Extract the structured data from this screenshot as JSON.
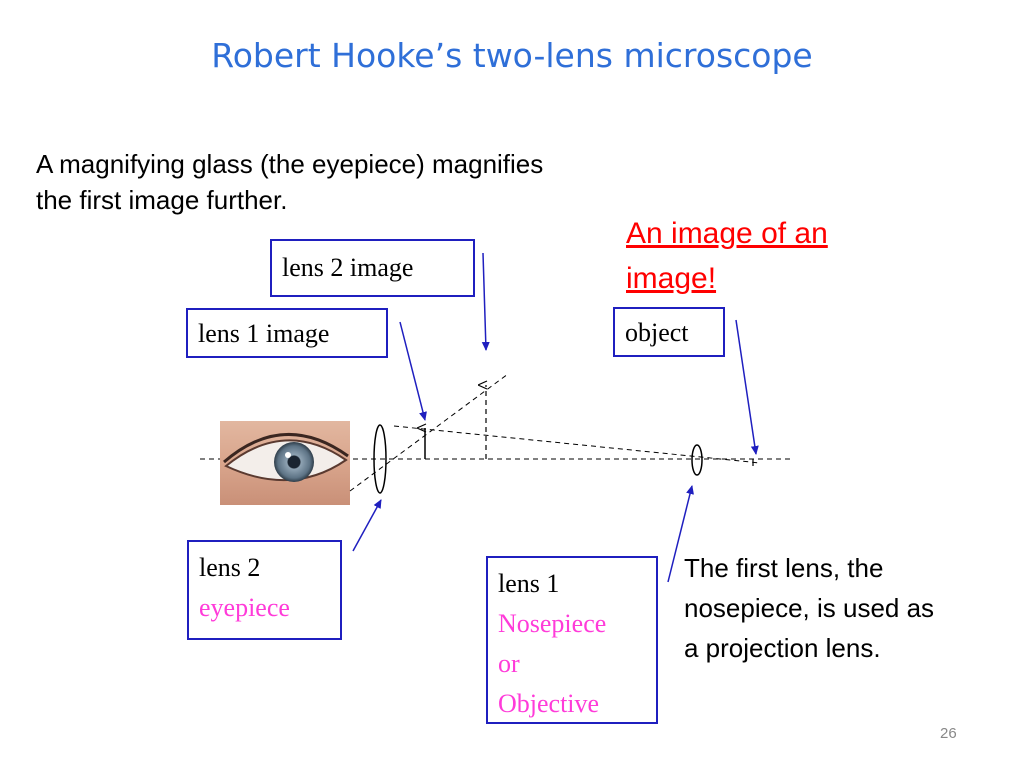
{
  "slide": {
    "title": "Robert Hooke’s two-lens microscope",
    "intro_lines": [
      "A magnifying glass (the eyepiece) magnifies",
      "the first image further."
    ],
    "highlight_lines": [
      "An image of an",
      "image!"
    ],
    "labels": {
      "lens2_image": "lens 2 image",
      "lens1_image": "lens 1 image",
      "object": "object",
      "lens2": "lens 2",
      "lens2_role": "eyepiece",
      "lens1": "lens 1",
      "lens1_role_lines": [
        "Nosepiece",
        "or",
        "Objective"
      ]
    },
    "note_lines": [
      "The first lens, the",
      "nosepiece, is used as",
      "a projection lens."
    ],
    "page_number": "26",
    "colors": {
      "title": "#2f6fd8",
      "highlight": "#ff0000",
      "box_border": "#1f1fbf",
      "role_text": "#ff3bd9",
      "arrow": "#1f1fbf"
    },
    "icons": {
      "eye": "eye-photo"
    }
  }
}
